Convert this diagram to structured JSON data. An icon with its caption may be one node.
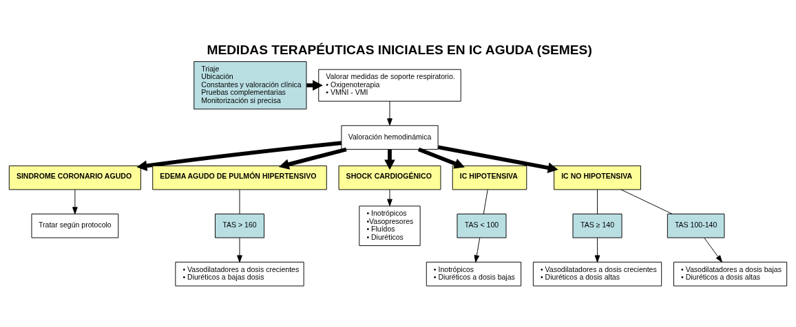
{
  "diagram": {
    "title": "MEDIDAS TERAPÉUTICAS INICIALES EN IC AGUDA (SEMES)",
    "nodes": [
      {
        "text": [
          "Triaje",
          "Ubicación",
          "Constantes y valoración clínica",
          "Pruebas complementarias",
          "Monitorización si precisa"
        ]
      },
      {
        "text": [
          "Valorar medidas de soporte respiratorio.",
          "• Oxigenoterapia",
          "• VMNI - VMI"
        ]
      },
      {
        "text": [
          "Valoración hemodinámica"
        ]
      },
      {
        "text": [
          "SINDROME CORONARIO AGUDO"
        ]
      },
      {
        "text": [
          "EDEMA AGUDO DE PULMÓN HIPERTENSIVO"
        ]
      },
      {
        "text": [
          "SHOCK CARDIOGÉNICO"
        ]
      },
      {
        "text": [
          "IC HIPOTENSIVA"
        ]
      },
      {
        "text": [
          "IC NO HIPOTENSIVA"
        ]
      },
      {
        "text": [
          "Tratar según protocolo"
        ]
      },
      {
        "text": [
          "TAS > 160"
        ]
      },
      {
        "text": [
          "• Vasodilatadores a dosis crecientes",
          "• Diuréticos a bajas dosis"
        ]
      },
      {
        "text": [
          "• Inotrópicos",
          "•Vasopresores",
          "• Fluídos",
          "• Diuréticos"
        ]
      },
      {
        "text": [
          "TAS < 100"
        ]
      },
      {
        "text": [
          "• Inotrópicos",
          "• Diuréticos a dosis bajas"
        ]
      },
      {
        "text": [
          "TAS ≥ 140"
        ]
      },
      {
        "text": [
          "• Vasodilatadores a dosis crecientes",
          "• Diuréticos a dosis altas"
        ]
      },
      {
        "text": [
          "TAS 100-140"
        ]
      },
      {
        "text": [
          "• Vasodilatadores a dosis bajas",
          "• Diuréticos a dosis altas"
        ]
      }
    ],
    "edges": [
      {
        "from": 0,
        "to": 1,
        "arrow": "to",
        "style": "thick"
      },
      {
        "from": 1,
        "to": 2,
        "arrow": "to"
      },
      {
        "from": 2,
        "to": 3,
        "arrow": "to",
        "style": "thick"
      },
      {
        "from": 2,
        "to": 4,
        "arrow": "to",
        "style": "thick"
      },
      {
        "from": 2,
        "to": 5,
        "arrow": "to",
        "style": "thick"
      },
      {
        "from": 2,
        "to": 6,
        "arrow": "to",
        "style": "thick"
      },
      {
        "from": 2,
        "to": 7,
        "arrow": "to",
        "style": "thick"
      },
      {
        "from": 3,
        "to": 8,
        "arrow": "to"
      },
      {
        "from": 4,
        "to": 9,
        "arrow": "none"
      },
      {
        "from": 9,
        "to": 10,
        "arrow": "to"
      },
      {
        "from": 5,
        "to": 11,
        "arrow": "to"
      },
      {
        "from": 6,
        "to": 12,
        "arrow": "none"
      },
      {
        "from": 12,
        "to": 13,
        "arrow": "to"
      },
      {
        "from": 7,
        "to": 14,
        "arrow": "none"
      },
      {
        "from": 14,
        "to": 15,
        "arrow": "to"
      },
      {
        "from": 7,
        "to": 16,
        "arrow": "none"
      },
      {
        "from": 16,
        "to": 17,
        "arrow": "to"
      }
    ]
  }
}
